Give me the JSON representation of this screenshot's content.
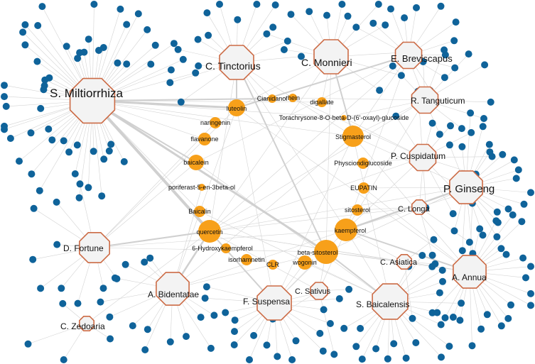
{
  "network": {
    "herbs": [
      {
        "id": "h_smil",
        "label": "S. Miltiorrhiza",
        "size": "xl"
      },
      {
        "id": "h_ctin",
        "label": "C. Tinctorius",
        "size": "l"
      },
      {
        "id": "h_cmon",
        "label": "C. Monnieri",
        "size": "l"
      },
      {
        "id": "h_ebre",
        "label": "E. Breviscapus",
        "size": "m"
      },
      {
        "id": "h_rtan",
        "label": "R. Tanguticum",
        "size": "m"
      },
      {
        "id": "h_pcus",
        "label": "P. Cuspidatum",
        "size": "m"
      },
      {
        "id": "h_pgin",
        "label": "P. Ginseng",
        "size": "l"
      },
      {
        "id": "h_clon",
        "label": "C. Longa",
        "size": "s"
      },
      {
        "id": "h_casi",
        "label": "C. Asiatica",
        "size": "s"
      },
      {
        "id": "h_aann",
        "label": "A. Annua",
        "size": "m"
      },
      {
        "id": "h_sbai",
        "label": "S. Baicalensis",
        "size": "l"
      },
      {
        "id": "h_csat",
        "label": "C. Sativus",
        "size": "s"
      },
      {
        "id": "h_fsus",
        "label": "F. Suspensa",
        "size": "l"
      },
      {
        "id": "h_abid",
        "label": "A. Bidentatae",
        "size": "l"
      },
      {
        "id": "h_dfor",
        "label": "D. Fortune",
        "size": "m"
      },
      {
        "id": "h_czed",
        "label": "C. Zedoaria",
        "size": "s"
      }
    ],
    "compounds": [
      {
        "id": "c_lut",
        "label": "luteolin",
        "size": "l"
      },
      {
        "id": "c_cia",
        "label": "Cianidanol",
        "size": "s"
      },
      {
        "id": "c_rhe",
        "label": "rhein",
        "size": "s"
      },
      {
        "id": "c_dig",
        "label": "digallate",
        "size": "s"
      },
      {
        "id": "c_tor",
        "label": "Torachrysone-8-O-beta-D-(6'-oxayl)-glucoside",
        "size": "s"
      },
      {
        "id": "c_nar",
        "label": "naringenin",
        "size": "s"
      },
      {
        "id": "c_fla",
        "label": "flavanone",
        "size": "s"
      },
      {
        "id": "c_bai",
        "label": "baicalein",
        "size": "m"
      },
      {
        "id": "c_sti",
        "label": "Stigmasterol",
        "size": "l"
      },
      {
        "id": "c_phy",
        "label": "Physciondiglucoside",
        "size": "s"
      },
      {
        "id": "c_eup",
        "label": "EUPATIN",
        "size": "s"
      },
      {
        "id": "c_por",
        "label": "poriferast-5-en-3beta-ol",
        "size": "s"
      },
      {
        "id": "c_sit",
        "label": "sitosterol",
        "size": "s"
      },
      {
        "id": "c_bln",
        "label": "Baicalin",
        "size": "s"
      },
      {
        "id": "c_que",
        "label": "quercetin",
        "size": "xl"
      },
      {
        "id": "c_kae",
        "label": "kaempferol",
        "size": "xl"
      },
      {
        "id": "c_hyd",
        "label": "6-Hydroxykaempferol",
        "size": "s"
      },
      {
        "id": "c_bsi",
        "label": "beta-sitosterol",
        "size": "xl"
      },
      {
        "id": "c_iso",
        "label": "isorhamnetin",
        "size": "s"
      },
      {
        "id": "c_clr",
        "label": "CLR",
        "size": "s"
      },
      {
        "id": "c_wog",
        "label": "wogonin",
        "size": "m"
      }
    ],
    "colors": {
      "herb_fill": "#f3f3f3",
      "herb_stroke": "#cc6b45",
      "compound": "#f7a01a",
      "target": "#0f639a",
      "edge": "#d3d3d3"
    }
  }
}
